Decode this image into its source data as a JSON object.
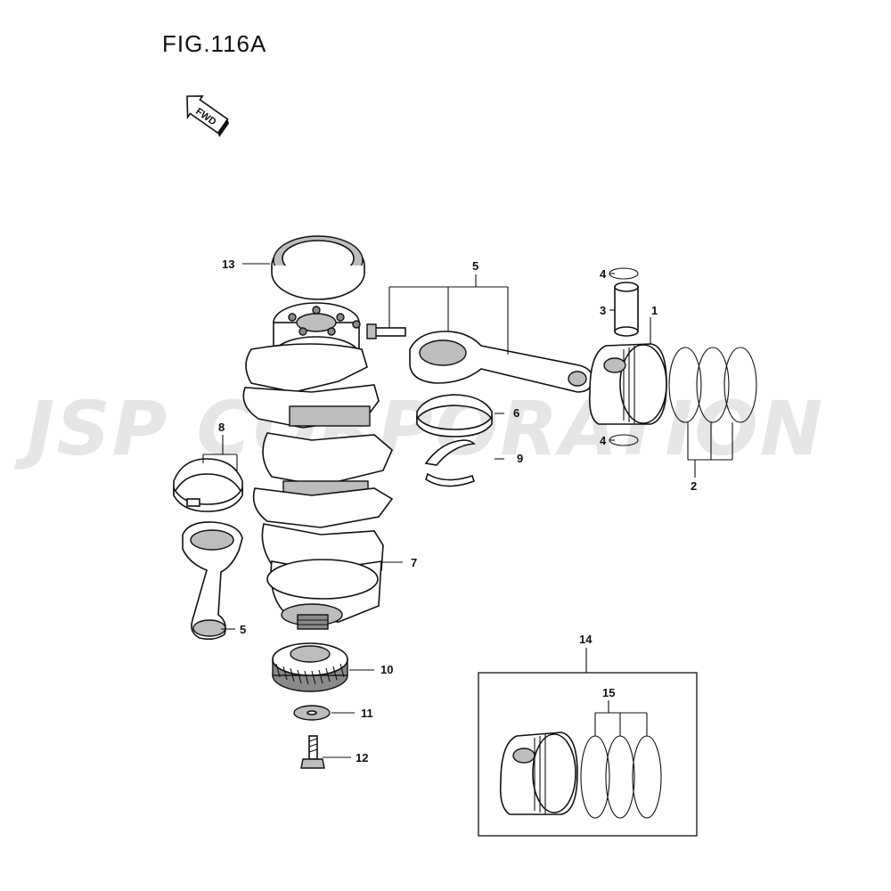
{
  "figure": {
    "title": "FIG.116A",
    "fwd_label": "FWD",
    "watermark": "JSP CORPORATION"
  },
  "callouts": {
    "c1": "1",
    "c2": "2",
    "c3": "3",
    "c4a": "4",
    "c4b": "4",
    "c5a": "5",
    "c5b": "5",
    "c6": "6",
    "c7": "7",
    "c8": "8",
    "c9": "9",
    "c10": "10",
    "c11": "11",
    "c12": "12",
    "c13": "13",
    "c14": "14",
    "c15": "15"
  },
  "parts": [
    {
      "ref": "1",
      "name": "piston"
    },
    {
      "ref": "2",
      "name": "piston-ring-set"
    },
    {
      "ref": "3",
      "name": "piston-pin"
    },
    {
      "ref": "4",
      "name": "pin-circlip"
    },
    {
      "ref": "5",
      "name": "connecting-rod"
    },
    {
      "ref": "6",
      "name": "conrod-bearing-upper"
    },
    {
      "ref": "7",
      "name": "crankshaft"
    },
    {
      "ref": "8",
      "name": "crank-main-bearing"
    },
    {
      "ref": "9",
      "name": "thrust-bearing"
    },
    {
      "ref": "10",
      "name": "crank-timing-gear"
    },
    {
      "ref": "11",
      "name": "washer"
    },
    {
      "ref": "12",
      "name": "bolt"
    },
    {
      "ref": "13",
      "name": "oil-seal"
    },
    {
      "ref": "14",
      "name": "piston-kit-oversize"
    },
    {
      "ref": "15",
      "name": "piston-ring-set-oversize"
    }
  ]
}
